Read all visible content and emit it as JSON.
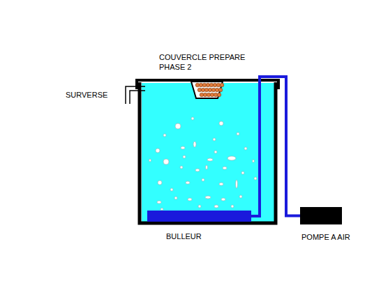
{
  "diagram": {
    "nodes": [
      {
        "text": [
          "BULLEUR"
        ]
      },
      {
        "text": [
          "POMPE A AIR"
        ]
      }
    ],
    "edges": [
      {
        "from": 1,
        "to": 0,
        "arrow": "none"
      }
    ],
    "labels": [
      "COUVERCLE PREPARE PHASE 2",
      "SURVERSE"
    ]
  }
}
